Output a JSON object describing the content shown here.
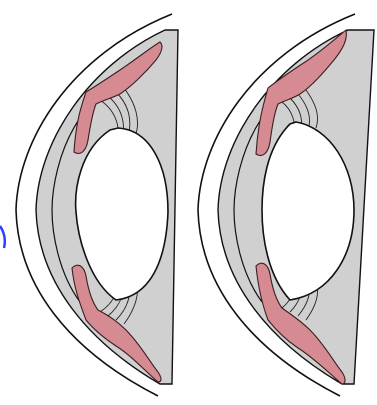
{
  "colors": {
    "background": "#ffffff",
    "outline": "#111111",
    "fluid_gray": "#d0d0d0",
    "lens_white": "#ffffff",
    "ciliary_pink": "#d68a91",
    "ciliary_stroke": "#3a1f22",
    "accent_blue": "#2a3cff"
  },
  "panels": [
    {
      "id": "left",
      "lens_shape": "flattened"
    },
    {
      "id": "right",
      "lens_shape": "rounded"
    }
  ]
}
